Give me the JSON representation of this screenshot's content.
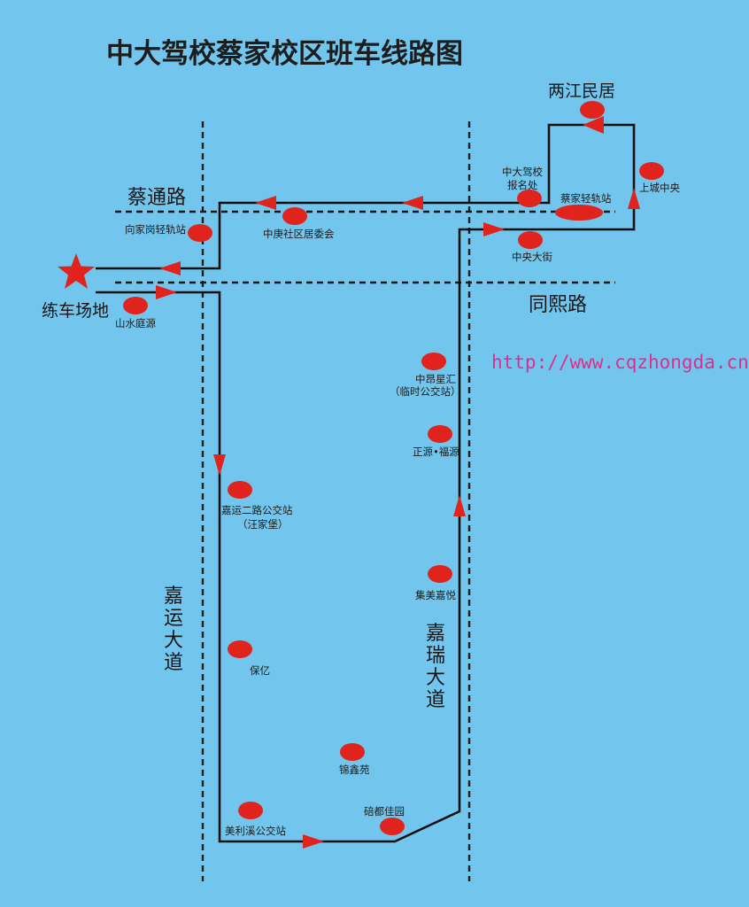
{
  "title": "中大驾校蔡家校区班车线路图",
  "website": "http://www.cqzhongda.cn",
  "colors": {
    "background": "#72c6ee",
    "route": "#111111",
    "stop": "#e0231c",
    "arrow": "#e0231c",
    "url": "#e32b8c"
  },
  "roads": {
    "caitong": "蔡通路",
    "tongxi": "同熙路",
    "jiayun": [
      "嘉",
      "运",
      "大",
      "道"
    ],
    "jiarui": [
      "嘉",
      "瑞",
      "大",
      "道"
    ]
  },
  "places": {
    "practice_field": "练车场地",
    "liangjiang": "两江民居"
  },
  "stops": {
    "xiangjiagang": "向家岗轻轨站",
    "zhonggeng": "中庚社区居委会",
    "signup_line1": "中大驾校",
    "signup_line2": "报名处",
    "caijia_rail": "蔡家轻轨站",
    "shangcheng": "上城中央",
    "zhongyang": "中央大街",
    "shanshui": "山水庭源",
    "zhongang_line1": "中昂星汇",
    "zhongang_line2": "（临时公交站）",
    "zhengyuan": "正源•福源",
    "jiayun2_line1": "嘉运二路公交站",
    "jiayun2_line2": "（汪家堡）",
    "jimei": "集美嘉悦",
    "baoyi": "保亿",
    "jinxin": "锦鑫苑",
    "meilixi": "美利溪公交站",
    "peidu": "碚都佳园"
  }
}
